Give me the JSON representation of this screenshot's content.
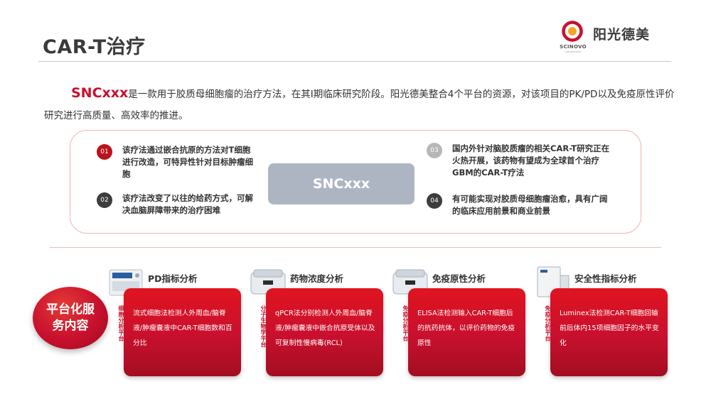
{
  "header": {
    "title": "CAR-T治疗",
    "logo_text": "阳光德美",
    "logo_sub": "SCINOVO",
    "logo_sub2": "LABORATORIES"
  },
  "intro": {
    "highlight": "SNCxxx",
    "text": "是一款用于胶质母细胞瘤的治疗方法，在其I期临床研究阶段。阳光德美整合4个平台的资源，对该项目的PK/PD以及免疫原性评价研究进行高质量、高效率的推进。"
  },
  "center_box": {
    "label": "SNCxxx"
  },
  "points": [
    {
      "num": "01",
      "text": "该疗法通过嵌合抗原的方法对T细胞进行改造，可特异性针对目标肿瘤细胞"
    },
    {
      "num": "02",
      "text": "该疗法改变了以往的给药方式，可解决血脑屏障带来的治疗困难"
    },
    {
      "num": "03",
      "text": "国内外针对脑胶质瘤的相关CAR-T研究正在火热开展，该药物有望成为全球首个治疗GBM的CAR-T疗法"
    },
    {
      "num": "04",
      "text": "有可能实现对胶质母细胞瘤治愈，具有广阔的临床应用前景和商业前景"
    }
  ],
  "badge": {
    "label": "平台化服务内容"
  },
  "cards": [
    {
      "title": "PD指标分析",
      "vertical": "细胞分析平台",
      "body": "流式细胞法检测人外周血/脑脊液/肿瘤囊液中CAR-T细胞数和百分比"
    },
    {
      "title": "药物浓度分析",
      "vertical": "分子生物学平台",
      "body": "qPCR法分别检测人外周血/脑脊液/肿瘤囊液中嵌合抗原受体以及可复制性慢病毒(RCL)"
    },
    {
      "title": "免疫原性分析",
      "vertical": "免疫分析平台",
      "body": "ELISA法检测输入CAR-T细胞后的抗药抗体，以评价药物的免疫原性"
    },
    {
      "title": "安全性指标分析",
      "vertical": "免疫分析平台",
      "body": "Luminex法检测CAR-T细胞回输前后体内15项细胞因子的水平变化"
    }
  ],
  "colors": {
    "accent": "#c8102e",
    "panel_border": "#f3b3b3",
    "center_box": "#aeb5c2"
  }
}
